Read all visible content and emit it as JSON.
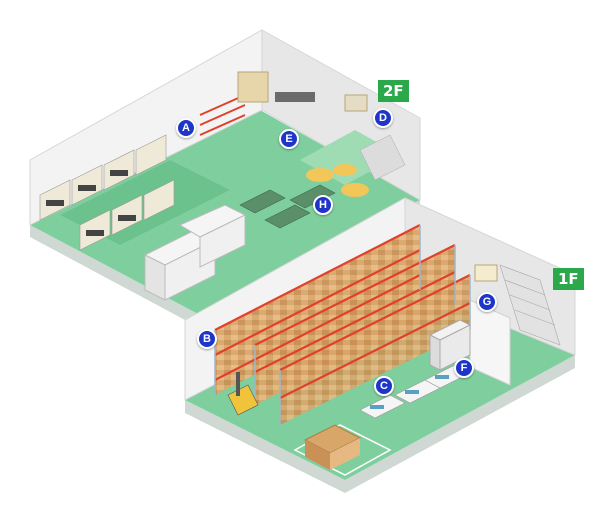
{
  "floors": [
    {
      "label": "2F",
      "color": "#2aa84a"
    },
    {
      "label": "1F",
      "color": "#2aa84a"
    }
  ],
  "markers": [
    {
      "id": "A",
      "label": "A"
    },
    {
      "id": "B",
      "label": "B"
    },
    {
      "id": "C",
      "label": "C"
    },
    {
      "id": "D",
      "label": "D"
    },
    {
      "id": "E",
      "label": "E"
    },
    {
      "id": "F",
      "label": "F"
    },
    {
      "id": "G",
      "label": "G"
    },
    {
      "id": "H",
      "label": "H"
    }
  ],
  "colors": {
    "floor_green": "#7fcf9e",
    "wall": "#f2f2f2",
    "rack_red": "#e0412b",
    "box": "#d7a86e",
    "marker_blue": "#1f35c9"
  }
}
